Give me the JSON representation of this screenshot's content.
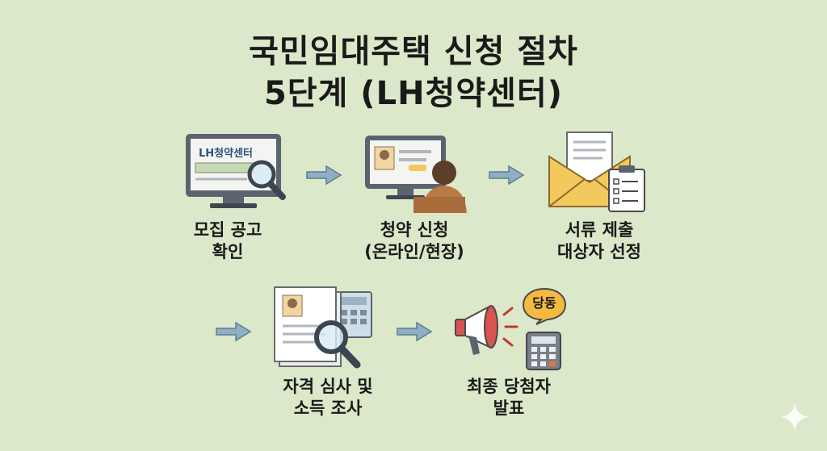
{
  "title": {
    "line1": "국민임대주택 신청 절차",
    "line2": "5단계 (LH청약센터)"
  },
  "steps": [
    {
      "line1": "모집 공고",
      "line2": "확인",
      "icon": "monitor-search-icon",
      "screen_text": "LH청약센터"
    },
    {
      "line1": "청약 신청",
      "line2": "(온라인/현장)",
      "icon": "person-computer-icon"
    },
    {
      "line1": "서류 제출",
      "line2": "대상자 선정",
      "icon": "envelope-document-icon"
    },
    {
      "line1": "자격 심사 및",
      "line2": "소득 조사",
      "icon": "document-magnifier-icon"
    },
    {
      "line1": "최종 당첨자",
      "line2": "발표",
      "icon": "megaphone-icon",
      "badge": "당동"
    }
  ],
  "colors": {
    "background": "#dbe8c9",
    "arrow": "#8fb0c4",
    "monitor": "#5a6470",
    "envelope": "#f3c95e",
    "megaphone": "#d9534f",
    "badge": "#f5b942"
  }
}
